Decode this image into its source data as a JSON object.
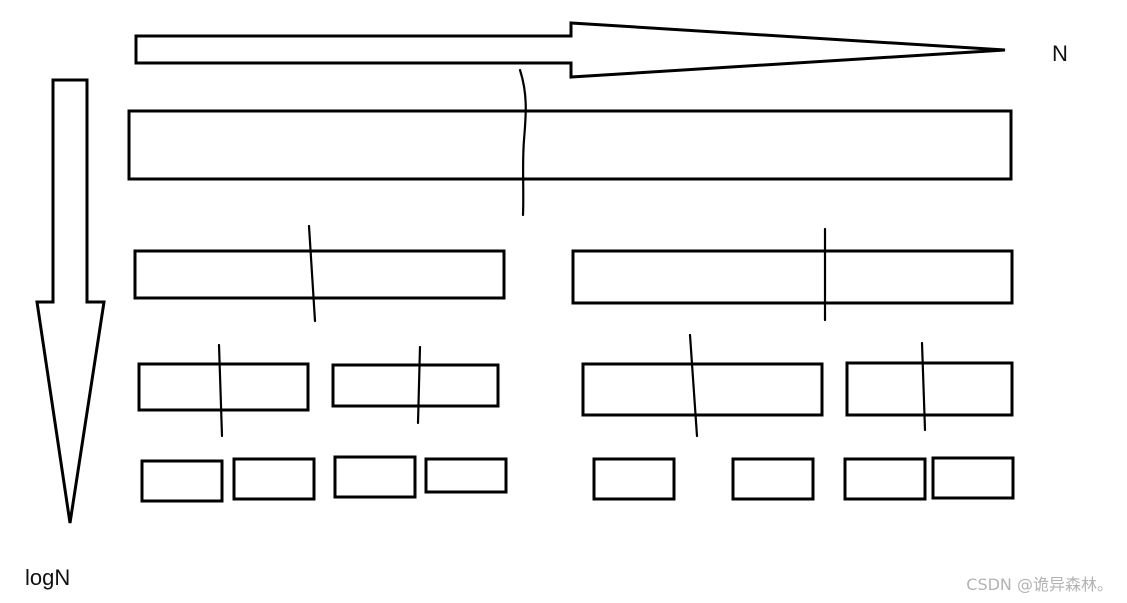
{
  "labels": {
    "horizontal_axis": "N",
    "vertical_axis": "logN"
  },
  "watermark": "CSDN @诡异森林。",
  "levels": [
    {
      "level": 0,
      "array_count": 1
    },
    {
      "level": 1,
      "array_count": 2
    },
    {
      "level": 2,
      "array_count": 4
    },
    {
      "level": 3,
      "array_count": 8
    }
  ],
  "colors": {
    "stroke": "#000000",
    "background": "#ffffff",
    "watermark": "#b3b3b3"
  }
}
